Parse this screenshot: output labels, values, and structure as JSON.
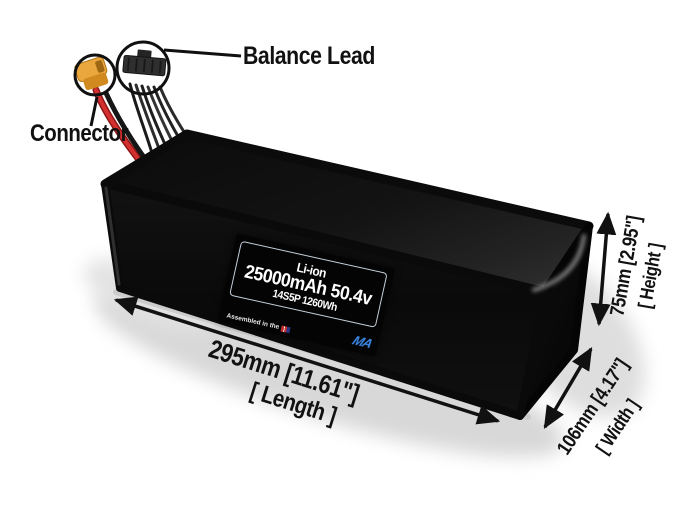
{
  "callouts": {
    "balance_lead": "Balance Lead",
    "connector": "Connector"
  },
  "product": {
    "label": {
      "chemistry": "Li-ion",
      "capacity_voltage": "25000mAh 50.4v",
      "config_energy": "14S5P 1260Wh",
      "assembled_note": "Assembled in the",
      "flag_icon": "usa-flag",
      "brand_logo": "MA"
    }
  },
  "dimensions": {
    "length": {
      "value": "295mm [11.61\"]",
      "label": "[ Length ]"
    },
    "height": {
      "value": "75mm [2.95\"]",
      "label": "[ Height ]"
    },
    "width": {
      "value": "106mm [4.17\"]",
      "label": "[ Width ]"
    }
  },
  "colors": {
    "annotation_black": "#111111",
    "connector_yellow": "#e9a73e",
    "wire_red": "#d32f2f",
    "logo_blue": "#3d82d8",
    "label_border": "#c3cfda"
  }
}
